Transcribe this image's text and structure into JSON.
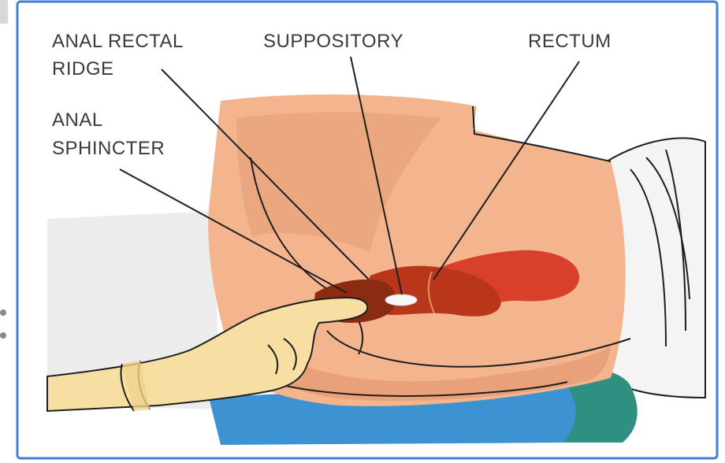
{
  "labels": {
    "anal_rectal_ridge_line1": "ANAL RECTAL",
    "anal_rectal_ridge_line2": "RIDGE",
    "suppository": "SUPPOSITORY",
    "rectum": "RECTUM",
    "anal_sphincter_line1": "ANAL",
    "anal_sphincter_line2": "SPHINCTER"
  },
  "colors": {
    "frame": "#3f7fd6",
    "skin": "#f4b48d",
    "skin_shadow": "#e69c74",
    "rectum_dark": "#8a2b12",
    "rectum_mid": "#b8371a",
    "rectum_light": "#d9402c",
    "glove": "#f7dfa3",
    "sheet": "#f2f2f2",
    "blanket_blue": "#3d93d1",
    "blanket_teal": "#2f8f80",
    "outline": "#1e1e1e"
  }
}
